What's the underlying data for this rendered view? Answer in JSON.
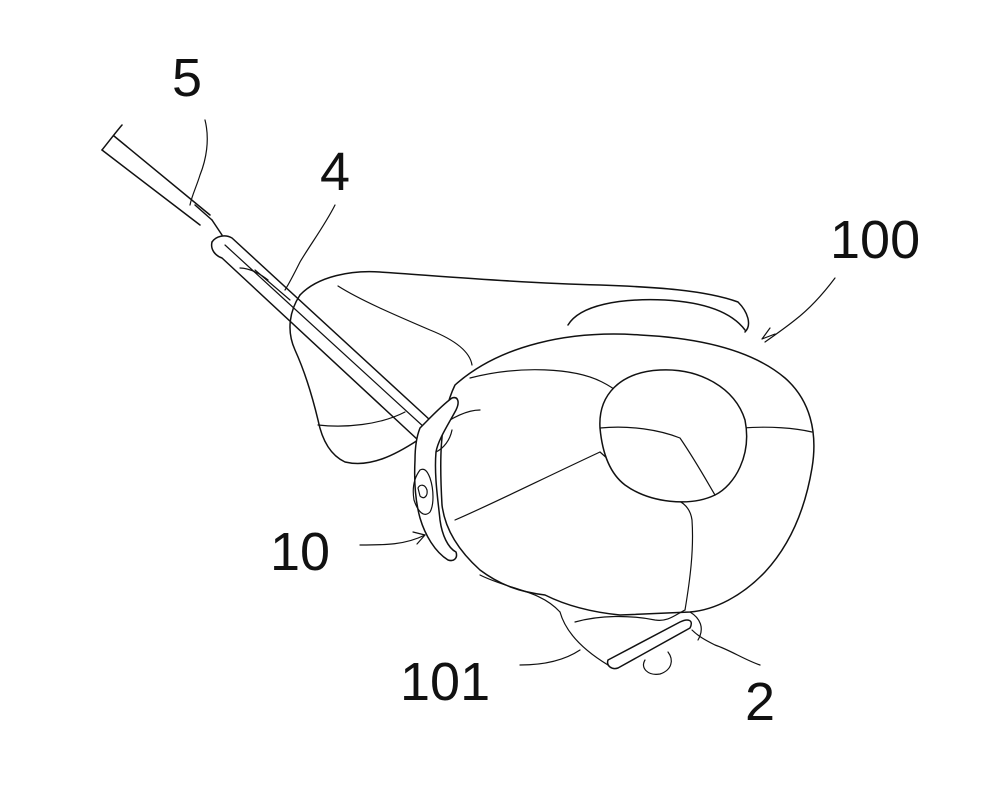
{
  "labels": {
    "l5": "5",
    "l4": "4",
    "l100": "100",
    "l10": "10",
    "l101": "101",
    "l2": "2"
  }
}
